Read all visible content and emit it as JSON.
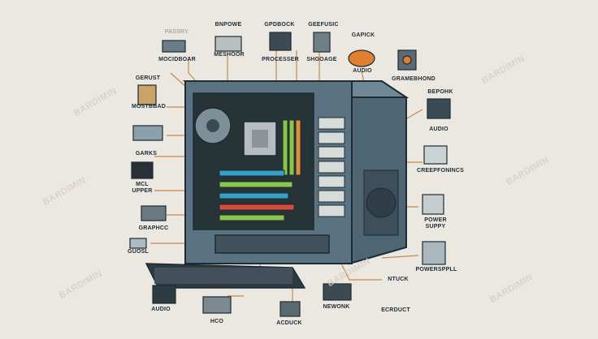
{
  "labels": {
    "top_small": "PASSRY.",
    "motherboard_top": "MOCIDBOAR",
    "bnpowe": "BNPOWE",
    "meshoor": "MESHOOR",
    "gpdbock": "GPDBOCK",
    "processer": "PROCESSER",
    "geefusic": "GEEFUSIC",
    "shgoage": "SHGOAGE",
    "gapick": "GAPICK",
    "audio_top": "AUDIO",
    "gramebhond": "GRAMEBHOND",
    "gerust": "GERUST",
    "mostbbad": "MOSTBBAD",
    "bepohk": "BEPOHK",
    "audio_right": "AUDIO",
    "gariks": "GARKS",
    "creepfonincs": "CREEPFONINCS",
    "mcl_upper": "MCL\nUPPER",
    "graphcc": "GRAPHCC",
    "guosl": "GUOSL",
    "power_suppy": "POWER\nSUPPY",
    "powerspppll": "POWERSPPLL",
    "ntuck": "NTUCK",
    "newonk": "NEWONK",
    "ecrduct": "ECRDUCT",
    "audio_bottom": "AUDIO",
    "hco": "HCO",
    "acduck": "ACDUCK"
  },
  "watermark": "BARDIMIN",
  "colors": {
    "background": "#ebe8e1",
    "case": "#5b7282",
    "leader": "#c8884a",
    "board": "#2d3c3f"
  }
}
